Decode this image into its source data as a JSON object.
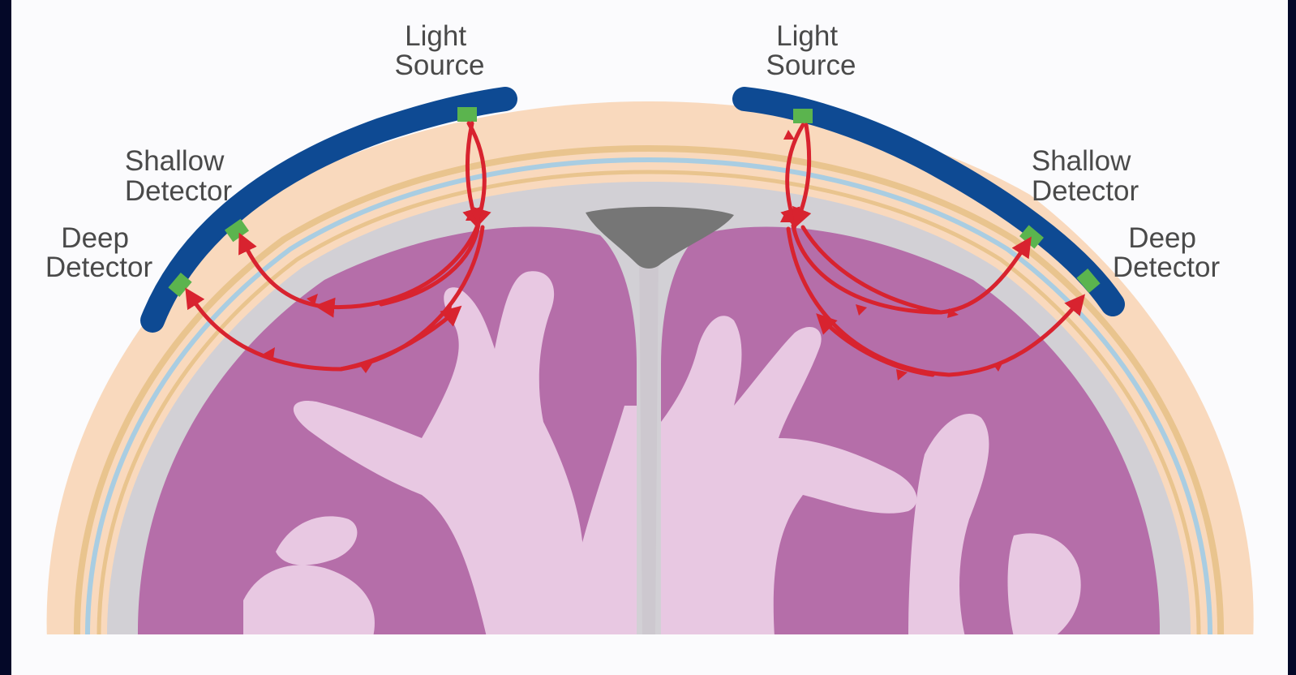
{
  "labels": {
    "left": {
      "light_source": [
        "Light",
        "Source"
      ],
      "shallow_detector": [
        "Shallow",
        "Detector"
      ],
      "deep_detector": [
        "Deep",
        "Detector"
      ]
    },
    "right": {
      "light_source": [
        "Light",
        "Source"
      ],
      "shallow_detector": [
        "Shallow",
        "Detector"
      ],
      "deep_detector": [
        "Deep",
        "Detector"
      ]
    }
  },
  "colors": {
    "background": "#040828",
    "panel": "#fbfbfd",
    "scalp": "#f9d9bd",
    "skull_line": "#e9c48e",
    "meninges": "#a9cde2",
    "csf": "#d2d0d5",
    "brain": "#b56ea9",
    "white_matter": "#e8c8e2",
    "ventricle": "#767676",
    "probe": "#0e4a93",
    "sensor": "#5bb44e",
    "light_path": "#d8232f"
  }
}
